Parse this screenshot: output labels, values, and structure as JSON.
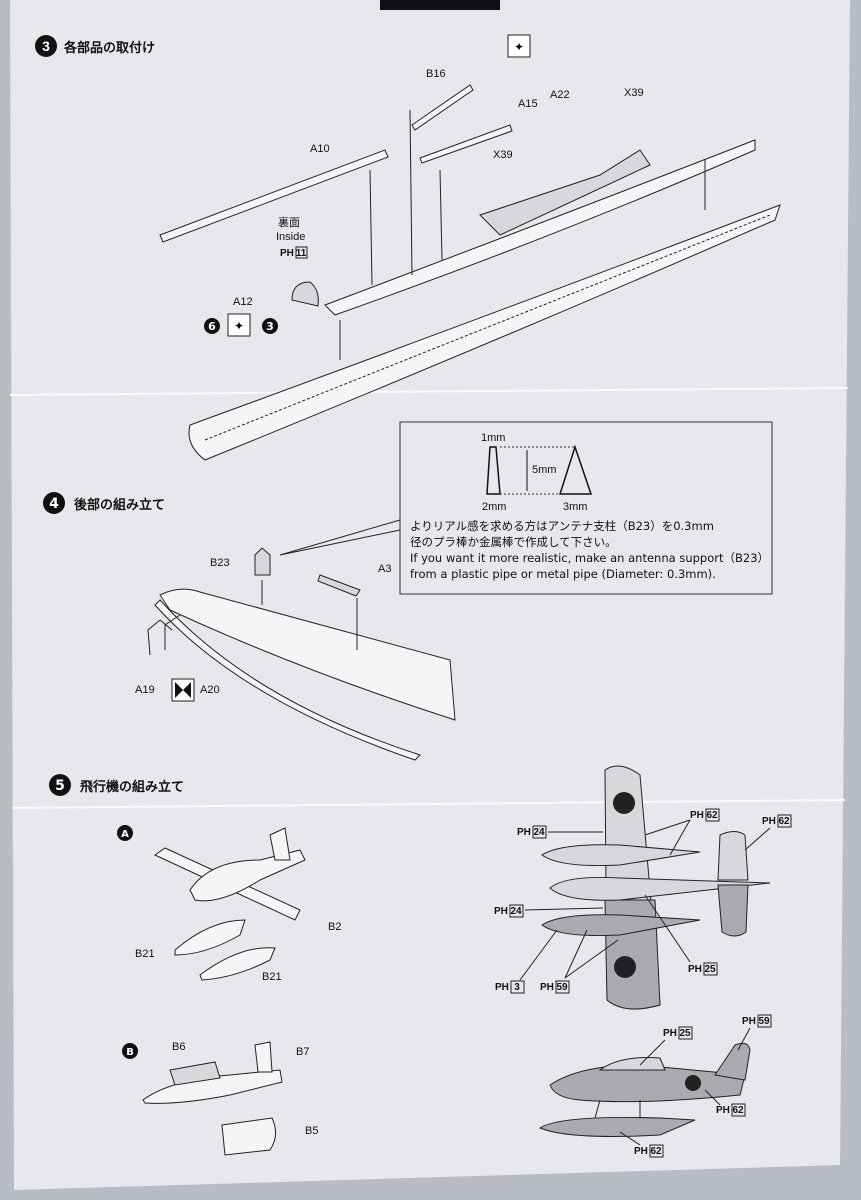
{
  "step3": {
    "number": "3",
    "title": "各部品の取付け",
    "parts": {
      "b16": "B16",
      "a15": "A15",
      "a22": "A22",
      "x39a": "X39",
      "x39b": "X39",
      "a10": "A10",
      "a12": "A12"
    },
    "inside_jp": "裏面",
    "inside_en": "Inside",
    "paint_inside": {
      "prefix": "PH",
      "code": "11"
    },
    "ref_left": "6",
    "ref_right": "3"
  },
  "step4": {
    "number": "4",
    "title": "後部の組み立て",
    "parts": {
      "b23": "B23",
      "a3": "A3",
      "a19": "A19",
      "a20": "A20"
    },
    "note": {
      "dim_top": "1mm",
      "dim_height": "5mm",
      "dim_bottom_left": "2mm",
      "dim_bottom_right": "3mm",
      "jp_line1": "よりリアル感を求める方はアンテナ支柱（B23）を0.3mm",
      "jp_line2": "径のプラ棒か金属棒で作成して下さい。",
      "en_line1": "If you want it more realistic,  make an antenna support（B23）",
      "en_line2": "from a plastic pipe or metal pipe (Diameter: 0.3mm)."
    }
  },
  "step5": {
    "number": "5",
    "title": "飛行機の組み立て",
    "sub_a": {
      "badge": "A",
      "parts": [
        "B2",
        "B21",
        "B21"
      ]
    },
    "sub_b": {
      "badge": "B",
      "parts": [
        "B6",
        "B7",
        "B5"
      ]
    },
    "paint_top_view": [
      {
        "prefix": "PH",
        "code": "24"
      },
      {
        "prefix": "PH",
        "code": "62"
      },
      {
        "prefix": "PH",
        "code": "62"
      },
      {
        "prefix": "PH",
        "code": "24"
      },
      {
        "prefix": "PH",
        "code": "25"
      },
      {
        "prefix": "PH",
        "code": "3"
      },
      {
        "prefix": "PH",
        "code": "59"
      }
    ],
    "paint_side_view": [
      {
        "prefix": "PH",
        "code": "25"
      },
      {
        "prefix": "PH",
        "code": "59"
      },
      {
        "prefix": "PH",
        "code": "62"
      },
      {
        "prefix": "PH",
        "code": "62"
      }
    ]
  },
  "colors": {
    "paper": "#e7e8ed",
    "ink": "#1a1a1a",
    "paint_gray": "#a9abb0"
  }
}
